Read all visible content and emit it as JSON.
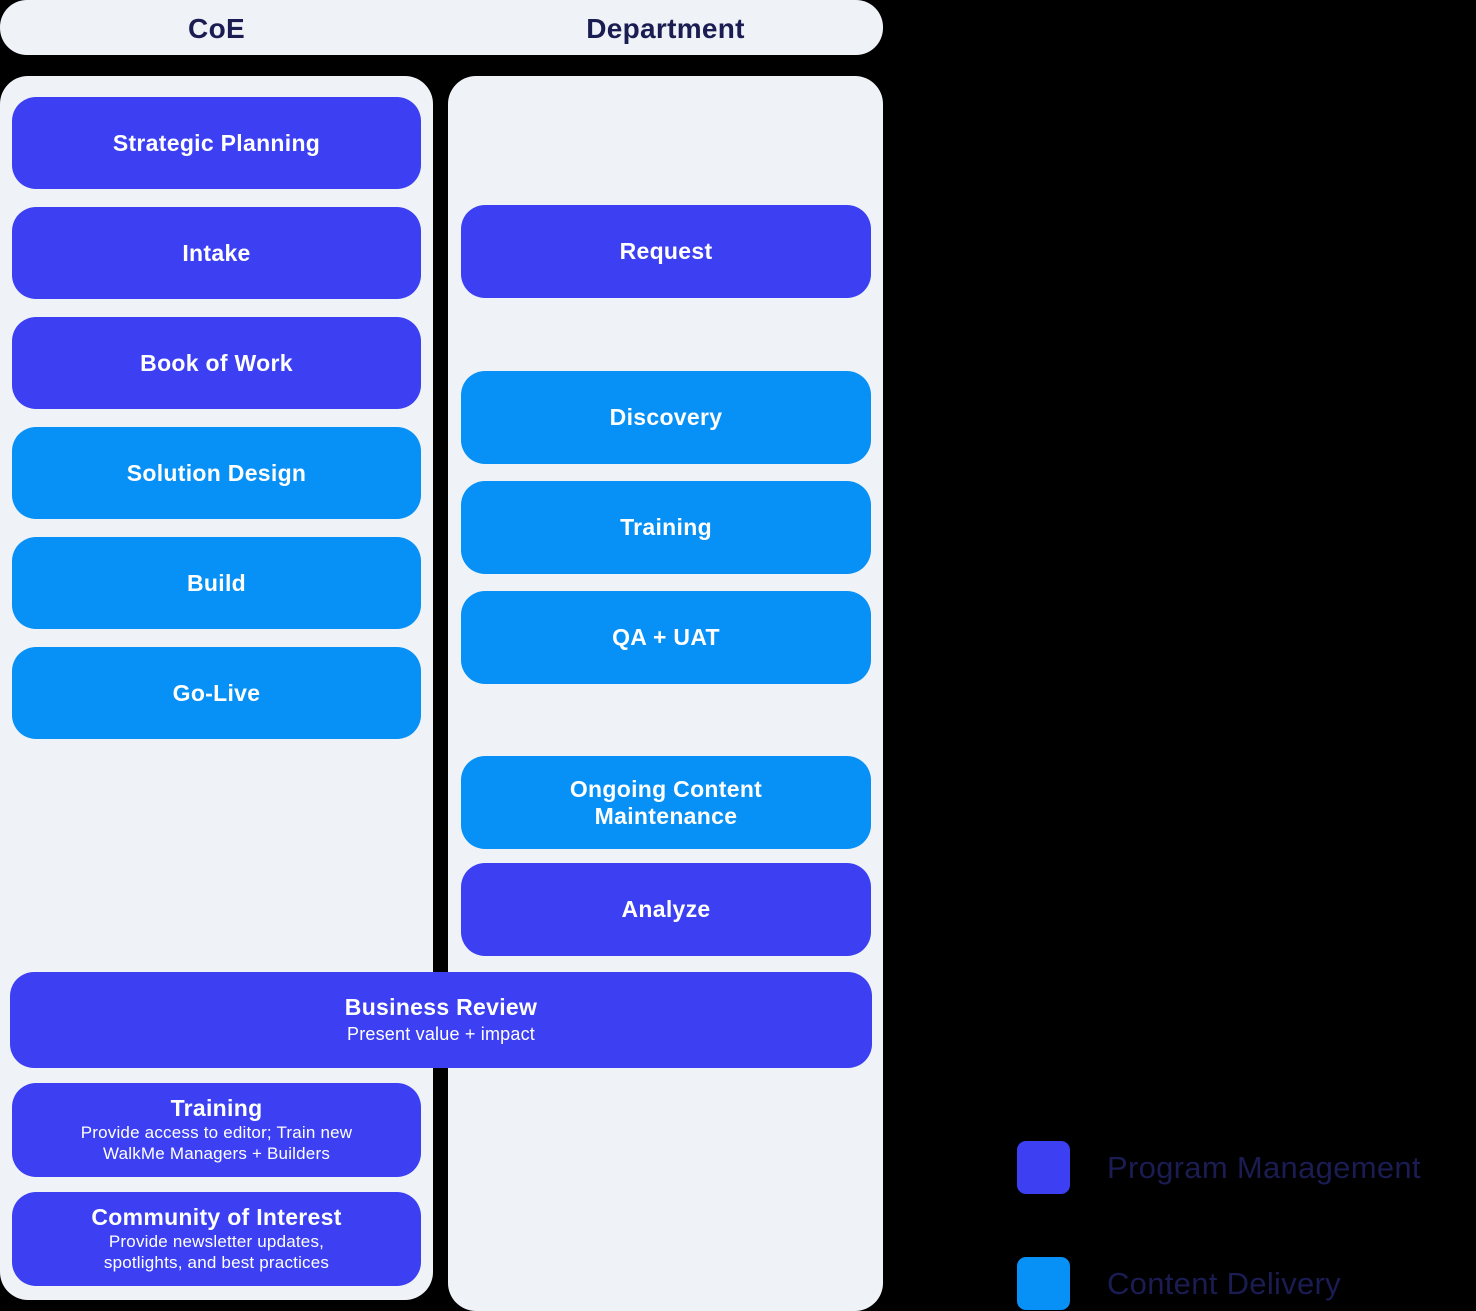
{
  "colors": {
    "program": "#3C40F2",
    "content": "#0790F5",
    "panel": "#EFF3F8",
    "heading": "#1A1C52",
    "background": "#000000"
  },
  "header": {
    "coe_label": "CoE",
    "department_label": "Department"
  },
  "coe": {
    "blocks": [
      {
        "title": "Strategic Planning",
        "type": "program"
      },
      {
        "title": "Intake",
        "type": "program"
      },
      {
        "title": "Book of Work",
        "type": "program"
      },
      {
        "title": "Solution Design",
        "type": "content"
      },
      {
        "title": "Build",
        "type": "content"
      },
      {
        "title": "Go-Live",
        "type": "content"
      }
    ],
    "footer_blocks": [
      {
        "title": "Training",
        "subtitle": "Provide access to editor; Train new\nWalkMe Managers + Builders",
        "type": "program"
      },
      {
        "title": "Community of Interest",
        "subtitle": "Provide newsletter updates,\nspotlights, and best practices",
        "type": "program"
      }
    ]
  },
  "department": {
    "blocks": [
      {
        "title": "Request",
        "type": "program"
      },
      {
        "title": "Discovery",
        "type": "content"
      },
      {
        "title": "Training",
        "type": "content"
      },
      {
        "title": "QA + UAT",
        "type": "content"
      },
      {
        "title": "Ongoing Content\nMaintenance",
        "type": "content"
      },
      {
        "title": "Analyze",
        "type": "program"
      }
    ]
  },
  "spanning_block": {
    "title": "Business Review",
    "subtitle": "Present value + impact",
    "type": "program"
  },
  "legend": {
    "items": [
      {
        "label": "Program Management",
        "color": "#3C40F2"
      },
      {
        "label": "Content Delivery",
        "color": "#0790F5"
      }
    ]
  }
}
